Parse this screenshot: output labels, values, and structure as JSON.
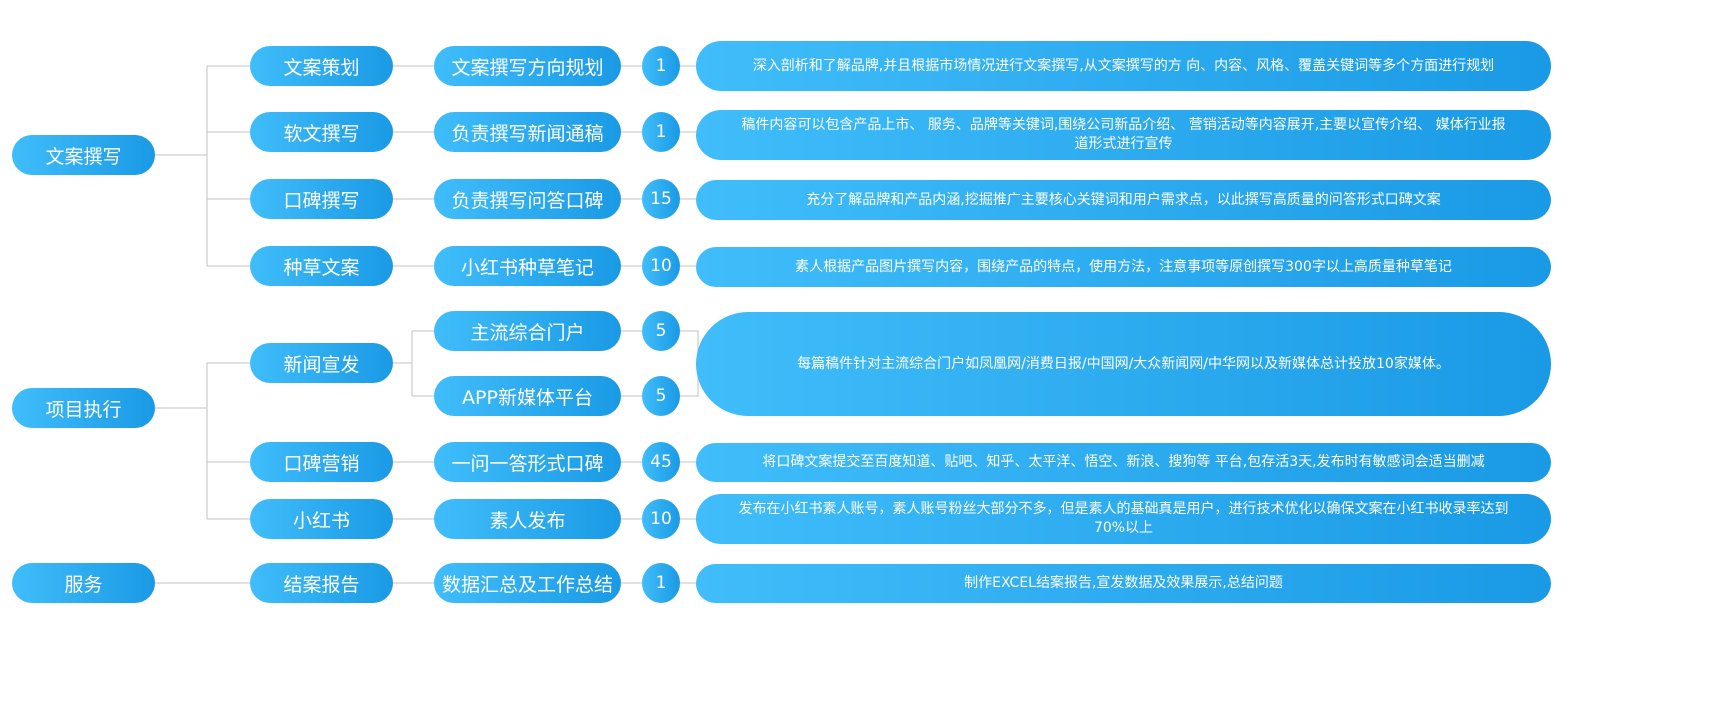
{
  "level1": [
    "文案撰写",
    "项目执行",
    "服务"
  ],
  "rows": [
    {
      "category": "文案策划",
      "task": "文案撰写方向规划",
      "count": "1",
      "description": "深入剖析和了解品牌,并且根据市场情况进行文案撰写,从文案撰写的方 向、内容、风格、覆盖关键词等多个方面进行规划"
    },
    {
      "category": "软文撰写",
      "task": "负责撰写新闻通稿",
      "count": "1",
      "description": "稿件内容可以包含产品上市、 服务、品牌等关键词,围绕公司新品介绍、 营销活动等内容展开,主要以宣传介绍、 媒体行业报道形式进行宣传"
    },
    {
      "category": "口碑撰写",
      "task": "负责撰写问答口碑",
      "count": "15",
      "description": "充分了解品牌和产品内涵,挖掘推广主要核心关键词和用户需求点，以此撰写高质量的问答形式口碑文案"
    },
    {
      "category": "种草文案",
      "task": "小红书种草笔记",
      "count": "10",
      "description": "素人根据产品图片撰写内容，围绕产品的特点，使用方法，注意事项等原创撰写300字以上高质量种草笔记"
    },
    {
      "category": "新闻宣发",
      "task": "主流综合门户",
      "count": "5",
      "description": "每篇稿件针对主流综合门户如凤凰网/消费日报/中国网/大众新闻网/中华网以及新媒体总计投放10家媒体。"
    },
    {
      "task": "APP新媒体平台",
      "count": "5"
    },
    {
      "category": "口碑营销",
      "task": "一问一答形式口碑",
      "count": "45",
      "description": "将口碑文案提交至百度知道、贴吧、知乎、太平洋、悟空、新浪、搜狗等 平台,包存活3天,发布时有敏感词会适当删减"
    },
    {
      "category": "小红书",
      "task": "素人发布",
      "count": "10",
      "description": "发布在小红书素人账号，素人账号粉丝大部分不多，但是素人的基础真是用户，进行技术优化以确保文案在小红书收录率达到70%以上"
    },
    {
      "category": "结案报告",
      "task": "数据汇总及工作总结",
      "count": "1",
      "description": "制作EXCEL结案报告,宣发数据及效果展示,总结问题"
    }
  ],
  "colors": {
    "gradient_start": "#40bdfa",
    "gradient_end": "#1a9ae5",
    "connector": "#cfcfcf"
  }
}
